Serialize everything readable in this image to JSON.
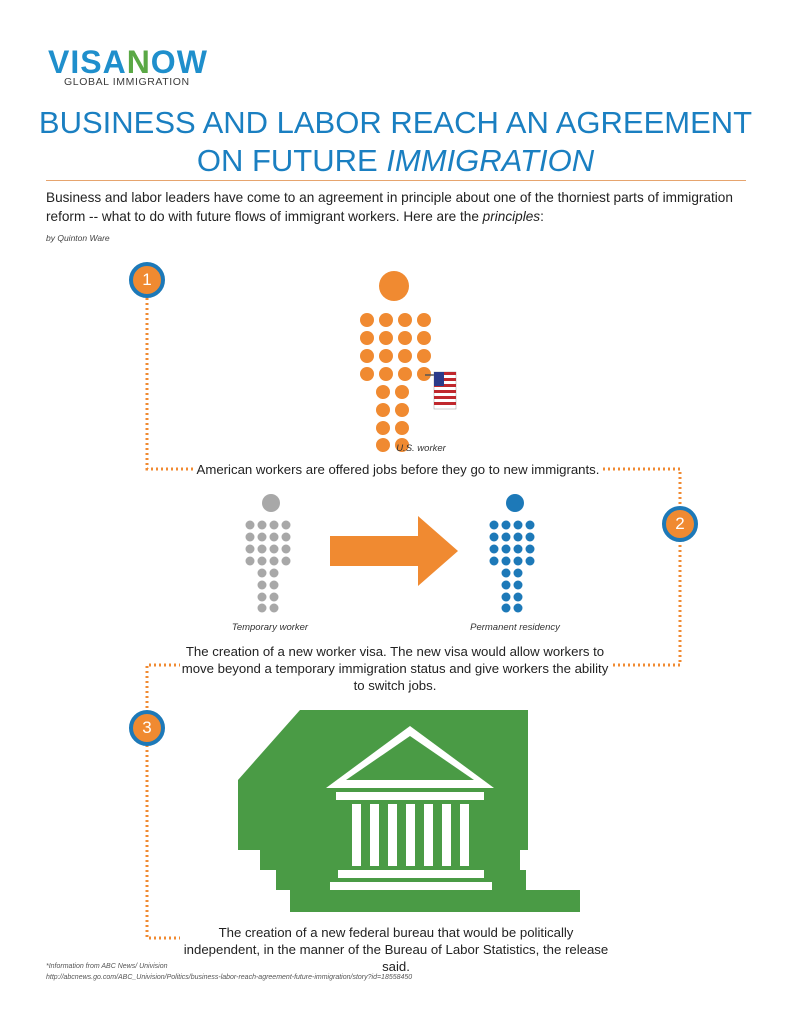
{
  "logo": {
    "visa": "VISA",
    "n": "N",
    "o": "O",
    "w": "W",
    "sub": "GLOBAL IMMIGRATION"
  },
  "title": {
    "line1": "BUSINESS AND LABOR REACH AN AGREEMENT",
    "line2_prefix": "ON FUTURE ",
    "line2_italic": "IMMIGRATION"
  },
  "intro": {
    "text_a": "Business and labor leaders have come to an agreement in principle about one of the thorniest parts of immigration reform -- what to do with future flows of immigrant workers. Here are the ",
    "text_italic": "principles",
    "text_b": ":"
  },
  "byline": "by Quinton Ware",
  "steps": [
    {
      "number": "1",
      "label": "U.S. worker",
      "caption": "American workers are offered jobs before they go to new immigrants."
    },
    {
      "number": "2",
      "label_left": "Temporary worker",
      "label_right": "Permanent residency",
      "caption": "The creation of a new worker visa. The new visa would allow workers to move beyond a temporary immigration status and give workers the ability to switch jobs."
    },
    {
      "number": "3",
      "caption": "The creation of a new federal bureau that would be politically independent, in the manner of the Bureau of Labor Statistics, the release said."
    }
  ],
  "footer": {
    "note": "*Information from ABC News/ Univision",
    "url": "http://abcnews.go.com/ABC_Univision/Politics/business-labor-reach-agreement-future-immigration/story?id=18558450"
  },
  "colors": {
    "orange": "#f08a31",
    "blue": "#1d79b8",
    "green": "#4a9b45",
    "gray": "#a8a8a8",
    "title_blue": "#1a7fc1"
  }
}
